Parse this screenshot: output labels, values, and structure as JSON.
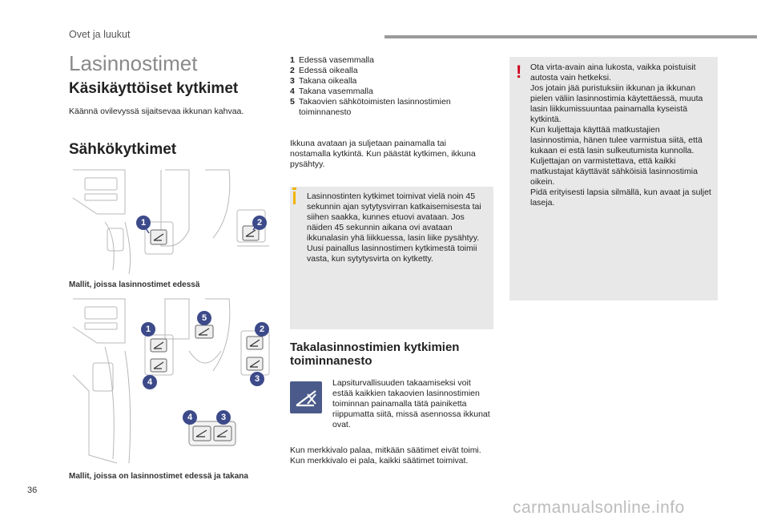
{
  "header": {
    "section_title": "Ovet ja luukut"
  },
  "left": {
    "main_title": "Lasinnostimet",
    "manual_heading": "Käsikäyttöiset kytkimet",
    "manual_text": "Käännä ovilevyssä sijaitsevaa ikkunan kahvaa.",
    "electric_heading": "Sähkökytkimet",
    "caption1": "Mallit, joissa lasinnostimet edessä",
    "caption2": "Mallit, joissa on lasinnostimet edessä ja takana",
    "fig1_badges": [
      "1",
      "2"
    ],
    "fig2_badges": [
      "5",
      "1",
      "2",
      "4",
      "3",
      "4",
      "3"
    ]
  },
  "middle": {
    "list": [
      {
        "n": "1",
        "text": "Edessä vasemmalla"
      },
      {
        "n": "2",
        "text": "Edessä oikealla"
      },
      {
        "n": "3",
        "text": "Takana oikealla"
      },
      {
        "n": "4",
        "text": "Takana vasemmalla"
      },
      {
        "n": "5",
        "text": "Takaovien sähkötoimisten lasinnostimien toiminnanesto"
      }
    ],
    "paragraph": "Ikkuna avataan ja suljetaan painamalla tai nostamalla kytkintä. Kun päästät kytkimen, ikkuna pysähtyy.",
    "info": "Lasinnostinten kytkimet toimivat vielä noin 45 sekunnin ajan sytytysvirran katkaisemisesta tai siihen saakka, kunnes etuovi avataan. Jos näiden 45 sekunnin aikana ovi avataan ikkunalasin yhä liikkuessa, lasin liike pysähtyy. Uusi painallus lasinnostimen kytkimestä toimii vasta, kun sytytysvirta on kytketty.",
    "rear_heading": "Takalasinnostimien kytkimien toiminnanesto",
    "rear_text": "Lapsiturvallisuuden takaamiseksi voit estää kaikkien takaovien lasinnostimien toiminnan painamalla tätä painiketta riippumatta siitä, missä asennossa ikkunat ovat.",
    "bottom_text": "Kun merkkivalo palaa, mitkään säätimet eivät toimi. Kun merkkivalo ei pala, kaikki säätimet toimivat."
  },
  "right": {
    "warning": "Ota virta-avain aina lukosta, vaikka poistuisit autosta vain hetkeksi.\nJos jotain jää puristuksiin ikkunan ja ikkunan pielen väliin lasinnostimia käytettäessä, muuta lasin liikkumissuuntaa painamalla kyseistä kytkintä.\nKun kuljettaja käyttää matkustajien lasinnostimia, hänen tulee varmistua siitä, että kukaan ei estä lasin sulkeutumista kunnolla.\nKuljettajan on varmistettava, että kaikki matkustajat käyttävät sähköisiä lasinnostimia oikein.\nPidä erityisesti lapsia silmällä, kun avaat ja suljet laseja."
  },
  "footer": {
    "page_number": "36",
    "watermark": "carmanualsonline.info"
  },
  "colors": {
    "badge": "#3c4a8a",
    "info_accent": "#f0b400",
    "warning_accent": "#d0021b",
    "box_bg": "#e8e8e8"
  }
}
